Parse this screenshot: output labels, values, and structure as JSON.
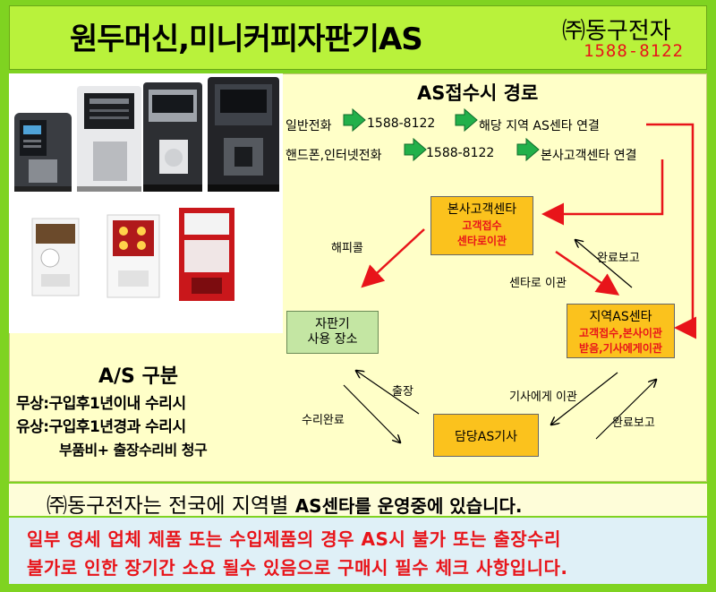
{
  "header": {
    "title": "원두머신,미니커피자판기AS",
    "company": "㈜동구전자",
    "phone": "1588-8122"
  },
  "route": {
    "title": "AS접수시 경로",
    "row1": {
      "a": "일반전화",
      "b": "1588-8122",
      "c": "해당 지역 AS센타 연결"
    },
    "row2": {
      "a": "핸드폰,인터넷전화",
      "b": "1588-8122",
      "c": "본사고객센타  연결"
    }
  },
  "boxes": {
    "hq": {
      "title": "본사고객센타",
      "line1": "고객접수",
      "line2": "센타로이관"
    },
    "site": {
      "line1": "자판기",
      "line2": "사용 장소"
    },
    "regional": {
      "title": "지역AS센타",
      "line1": "고객접수,본사이관",
      "line2": "받음,기사에게이관"
    },
    "tech": {
      "title": "담당AS기사"
    }
  },
  "labels": {
    "happycall": "해피콜",
    "done_report_1": "완료보고",
    "to_center": "센타로 이관",
    "dispatch": "출장",
    "repair_done": "수리완료",
    "to_tech": "기사에게 이관",
    "done_report_2": "완료보고"
  },
  "as": {
    "title": "A/S 구분",
    "free": "무상:구입후1년이내  수리시",
    "paid": "유상:구입후1년경과  수리시",
    "paid_note": "부품비+ 출장수리비 청구"
  },
  "footer": {
    "notice_a": "㈜동구전자는 전국에 지역별 ",
    "notice_b": "AS센타를 운영중에 있습니다.",
    "warn1": "일부 영세 업체 제품 또는 수입제품의 경우  AS시 불가 또는 출장수리",
    "warn2": "불가로 인한 장기간 소요 될수 있음으로 구매시 필수 체크 사항입니다."
  },
  "colors": {
    "frame": "#7fd321",
    "header": "#b9f23b",
    "panel": "#ffffc8",
    "accent_red": "#e8141a",
    "orange": "#fbc21d",
    "green_box": "#c4e6a3"
  }
}
